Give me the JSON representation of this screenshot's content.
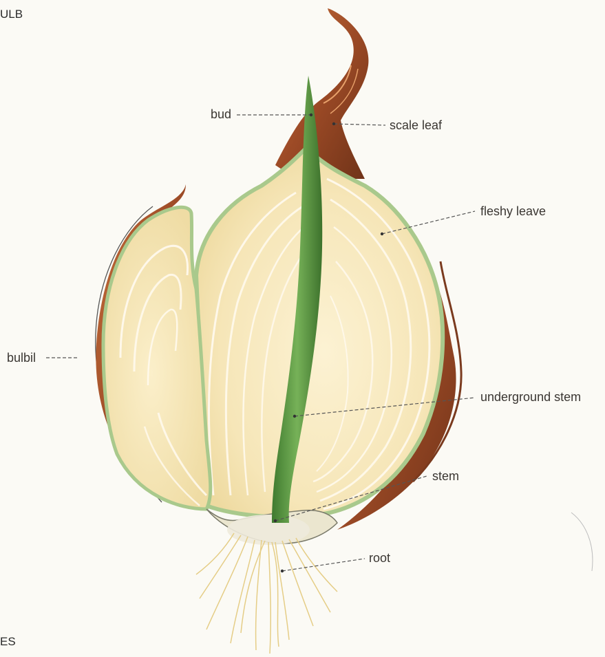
{
  "corner_texts": {
    "top_left": "ULB",
    "bottom_left": "ES"
  },
  "labels": {
    "bud": "bud",
    "scale_leaf": "scale leaf",
    "fleshy_leave": "fleshy leave",
    "bulbil": "bulbil",
    "underground_stem": "underground stem",
    "stem": "stem",
    "root": "root"
  },
  "colors": {
    "background": "#fbfaf5",
    "flesh": "#f7ebc4",
    "flesh_core": "#fbf1d2",
    "ring_line": "#fffaf0",
    "skin_green": "#a9c98c",
    "scale_leaf_brown": "#a8552e",
    "sprout_green": "#5b9a44",
    "basal_plate": "#ebe6cf",
    "root_color": "#e5cd86",
    "leader_line": "#555555"
  }
}
